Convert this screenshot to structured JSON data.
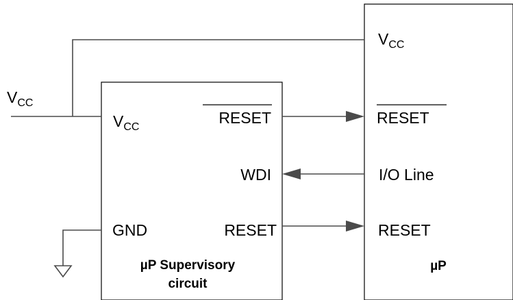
{
  "supply": {
    "vcc_main": "V",
    "vcc_sub": "CC"
  },
  "supervisor": {
    "title_line1": "µP Supervisory",
    "title_line2": "circuit",
    "pin_vcc_main": "V",
    "pin_vcc_sub": "CC",
    "pin_gnd": "GND",
    "pin_reset_bar": "RESET",
    "pin_wdi": "WDI",
    "pin_reset": "RESET"
  },
  "processor": {
    "title": "µP",
    "pin_vcc_main": "V",
    "pin_vcc_sub": "CC",
    "pin_reset_bar": "RESET",
    "pin_io": "I/O Line",
    "pin_reset": "RESET"
  }
}
